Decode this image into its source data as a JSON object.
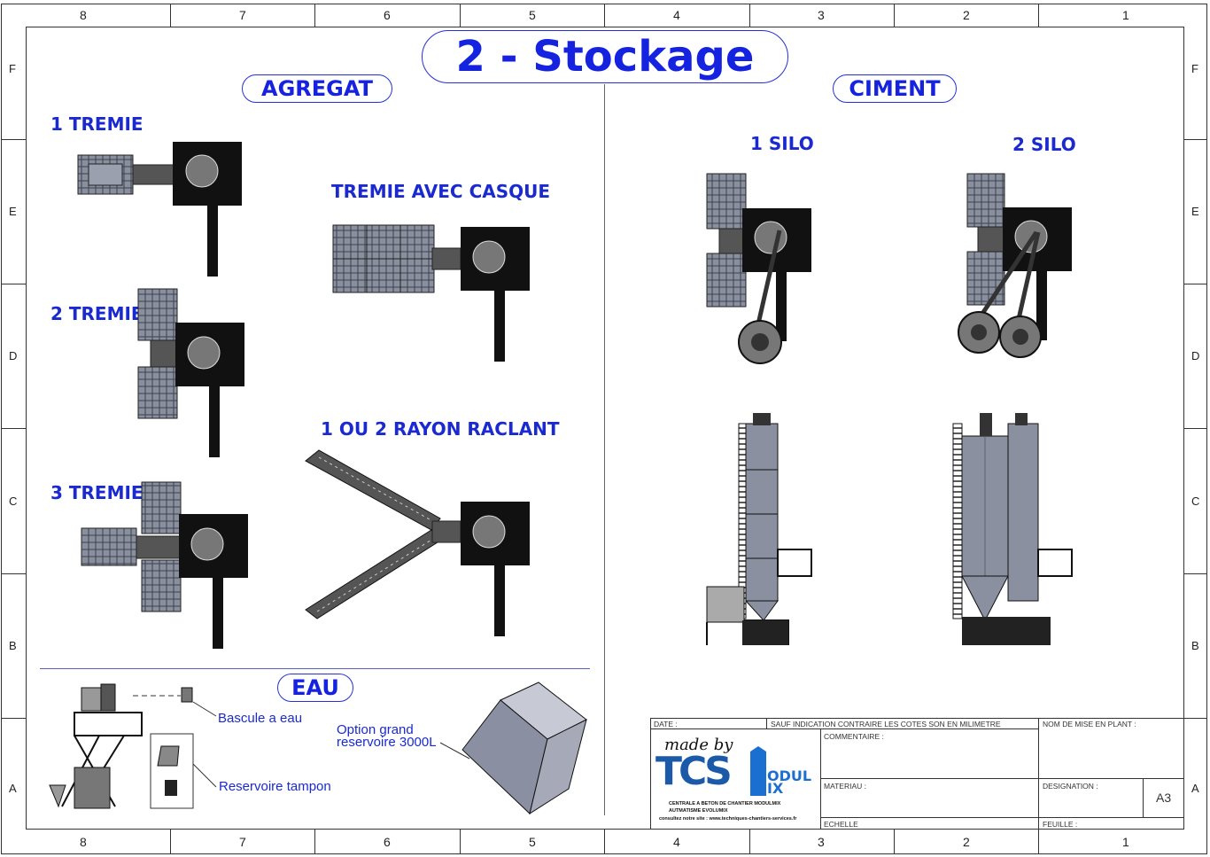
{
  "title": "2 - Stockage",
  "border": {
    "columns": [
      "8",
      "7",
      "6",
      "5",
      "4",
      "3",
      "2",
      "1"
    ],
    "rows": [
      "F",
      "E",
      "D",
      "C",
      "B",
      "A"
    ]
  },
  "agregat": {
    "heading": "AGREGAT",
    "labels": {
      "one_tremie": "1 TREMIE",
      "two_tremie": "2 TREMIE",
      "three_tremie": "3 TREMIE",
      "tremie_casque": "TREMIE AVEC CASQUE",
      "rayon_raclant": "1 OU 2 RAYON RACLANT"
    }
  },
  "ciment": {
    "heading": "CIMENT",
    "labels": {
      "one_silo": "1 SILO",
      "two_silo": "2 SILO"
    }
  },
  "eau": {
    "heading": "EAU",
    "bascule": "Bascule a eau",
    "reservoir_tampon": "Reservoire tampon",
    "option_line1": "Option grand",
    "option_line2": "reservoire 3000L"
  },
  "title_block": {
    "date_label": "DATE :",
    "sauf_indication": "SAUF INDICATION CONTRAIRE LES COTES SON EN MILIMETRE",
    "nom_mise": "NOM DE MISE EN PLANT :",
    "commentaire": "COMMENTAIRE :",
    "materiau": "MATERIAU :",
    "designation": "DESIGNATION :",
    "echelle": "ECHELLE",
    "feuille": "FEUILLE :",
    "format": "A3",
    "logo_made_by": "made by",
    "logo_tcs": "TCS",
    "logo_modul": "ODUL",
    "logo_mix": "IX",
    "logo_line1": "CENTRALE A BETON DE CHANTIER MODULMIX",
    "logo_line2": "AUTMATISME EVOLUMIX",
    "logo_line3": "consultez notre site : www.techniques-chantiers-services.fr"
  }
}
